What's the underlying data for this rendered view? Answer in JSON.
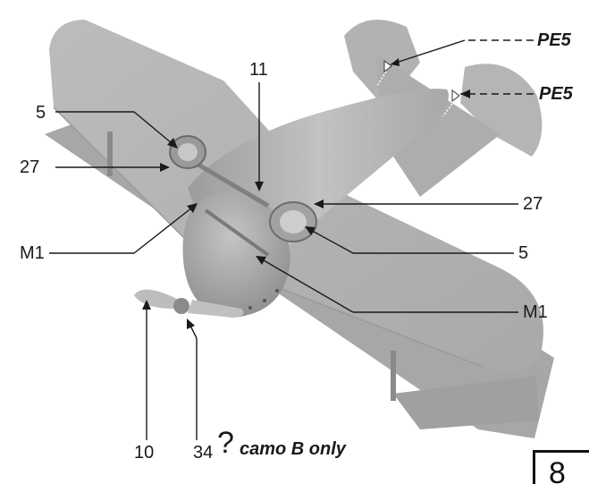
{
  "callouts": {
    "pe5_upper": "PE5",
    "pe5_lower": "PE5",
    "part_11": "11",
    "part_5_left": "5",
    "part_27_left": "27",
    "part_m1_left": "M1",
    "part_27_right": "27",
    "part_5_right": "5",
    "part_m1_right": "M1",
    "part_10": "10",
    "part_34": "34"
  },
  "note": {
    "symbol": "?",
    "text": "camo B only"
  },
  "page": {
    "number": "8"
  },
  "colors": {
    "model_grey": "#b3b3b3",
    "leader_line": "#1a1a1a",
    "background": "#ffffff"
  }
}
